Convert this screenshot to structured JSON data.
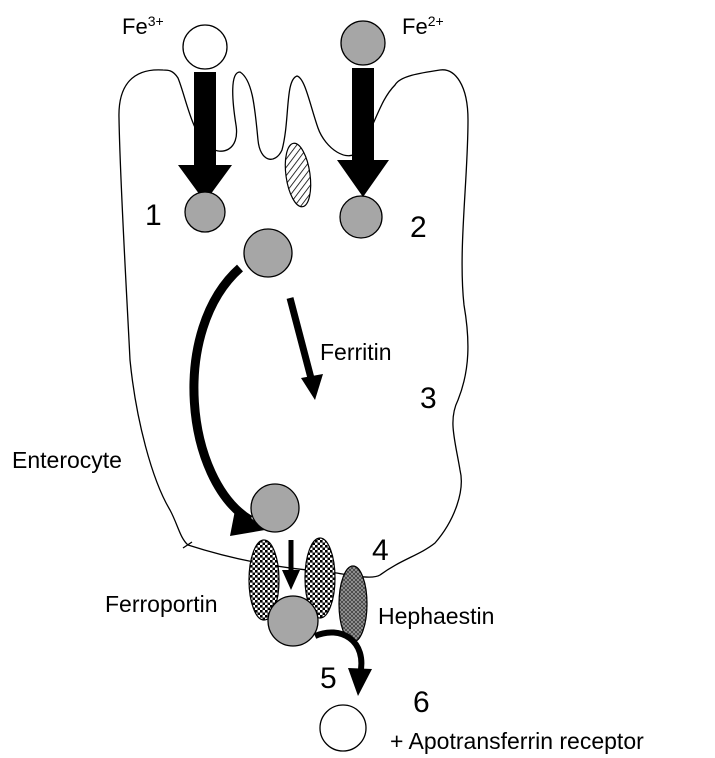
{
  "ions": {
    "fe3": {
      "base": "Fe",
      "sup": "3+"
    },
    "fe2": {
      "base": "Fe",
      "sup": "2+"
    }
  },
  "steps": [
    "1",
    "2",
    "3",
    "4",
    "5",
    "6"
  ],
  "labels": {
    "ferritin": "Ferritin",
    "enterocyte": "Enterocyte",
    "ferroportin": "Ferroportin",
    "hephaestin": "Hephaestin",
    "receptor": "+ Apotransferrin receptor"
  },
  "colors": {
    "iron_fill": "#a6a6a6",
    "ferric_fill": "#ffffff",
    "stroke": "#000000",
    "hephaestin_fill": "#8c8c8c"
  }
}
